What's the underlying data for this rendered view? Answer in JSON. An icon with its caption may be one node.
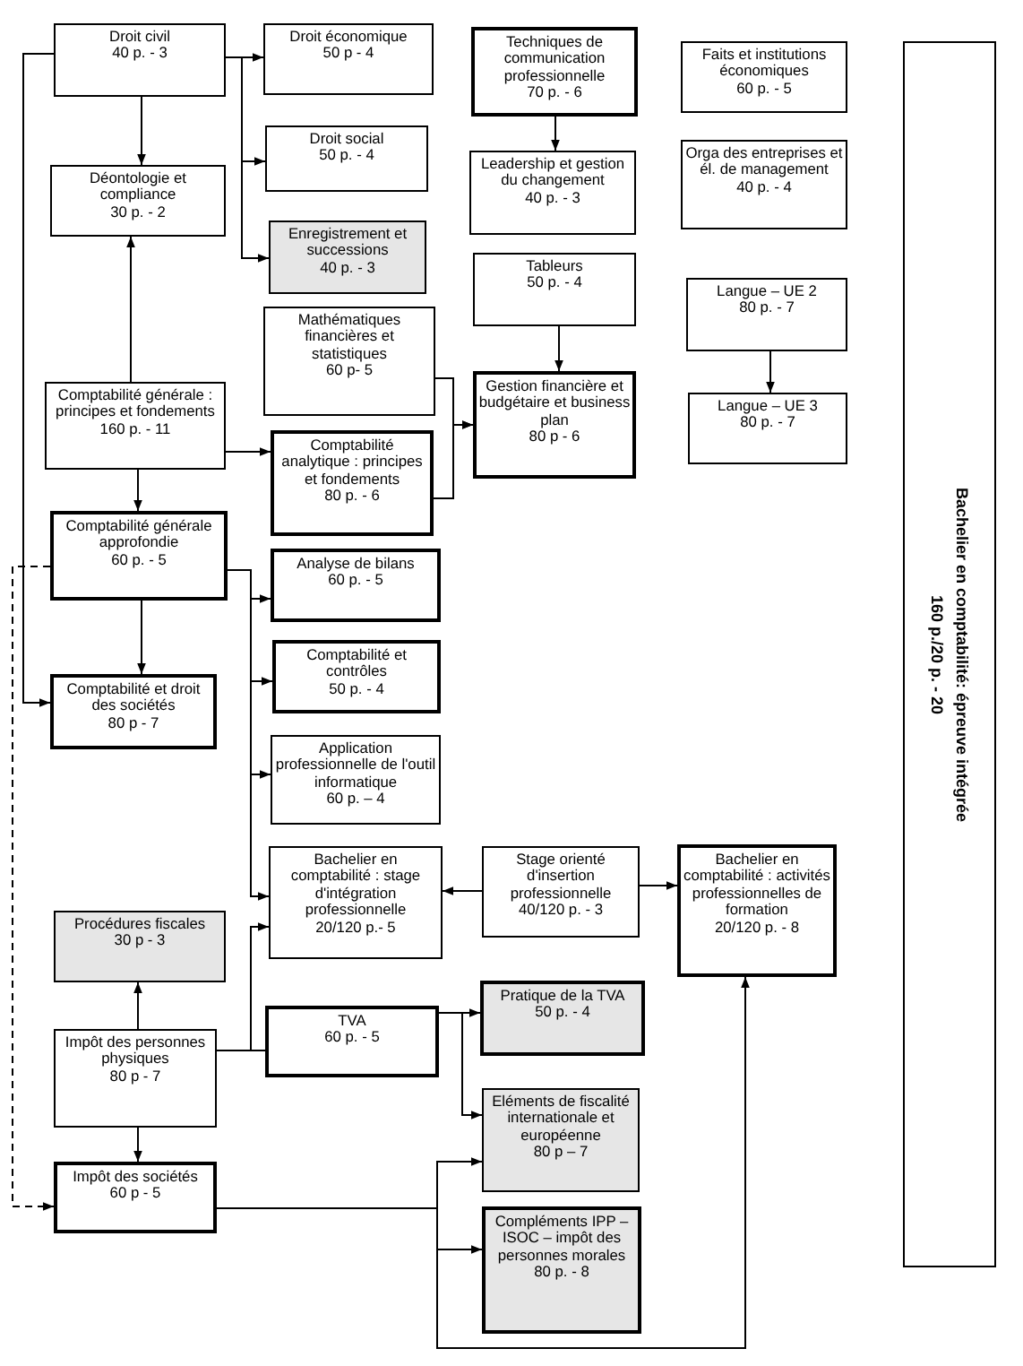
{
  "diagram": {
    "nodes": [
      {
        "text": [
          "Droit civil",
          "40 p. - 3"
        ]
      },
      {
        "text": [
          "Droit économique",
          "50 p - 4"
        ]
      },
      {
        "text": [
          "Techniques de communication professionnelle",
          "70 p. - 6"
        ]
      },
      {
        "text": [
          "Faits et institutions économiques",
          "60 p. - 5"
        ]
      },
      {
        "text": [
          "Déontologie et compliance",
          "30 p. - 2"
        ]
      },
      {
        "text": [
          "Droit social",
          "50 p. - 4"
        ]
      },
      {
        "text": [
          "Leadership et gestion du changement",
          "40 p. - 3"
        ]
      },
      {
        "text": [
          "Orga des entreprises et él. de management",
          "40 p. - 4"
        ]
      },
      {
        "text": [
          "Enregistrement et successions",
          "40 p. - 3"
        ]
      },
      {
        "text": [
          "Tableurs",
          "50 p. - 4"
        ]
      },
      {
        "text": [
          "Mathématiques financières et statistiques",
          "60 p- 5"
        ]
      },
      {
        "text": [
          "Langue – UE 2",
          "80 p. - 7"
        ]
      },
      {
        "text": [
          "Comptabilité générale : principes et fondements",
          "160 p. - 11"
        ]
      },
      {
        "text": [
          "Comptabilité analytique : principes et fondements",
          "80 p. - 6"
        ]
      },
      {
        "text": [
          "Gestion financière et budgétaire et business plan",
          "80 p - 6"
        ]
      },
      {
        "text": [
          "Langue – UE 3",
          "80 p. - 7"
        ]
      },
      {
        "text": [
          "Bachelier  en comptabilité: épreuve intégrée",
          "160 p./20 p. - 20"
        ]
      },
      {
        "text": [
          "Comptabilité générale approfondie",
          "60 p. - 5"
        ]
      },
      {
        "text": [
          "Analyse de bilans",
          "60 p. - 5"
        ]
      },
      {
        "text": [
          "Comptabilité et droit des sociétés",
          "80 p - 7"
        ]
      },
      {
        "text": [
          "Comptabilité et contrôles",
          "50 p. - 4"
        ]
      },
      {
        "text": [
          "Application professionnelle de l'outil informatique",
          "60 p. – 4"
        ]
      },
      {
        "text": [
          "Bachelier en comptabilité : stage d'intégration professionnelle",
          "20/120 p.- 5"
        ]
      },
      {
        "text": [
          "Stage orienté d'insertion professionnelle",
          "40/120 p. - 3"
        ]
      },
      {
        "text": [
          "Bachelier en comptabilité : activités professionnelles de formation",
          "20/120 p. - 8"
        ]
      },
      {
        "text": [
          "Procédures fiscales",
          "30 p - 3"
        ]
      },
      {
        "text": [
          "Impôt des personnes physiques",
          "80 p - 7"
        ]
      },
      {
        "text": [
          "TVA",
          "60 p. - 5"
        ]
      },
      {
        "text": [
          "Pratique de la TVA",
          "50 p. - 4"
        ]
      },
      {
        "text": [
          "Eléments de fiscalité internationale et européenne",
          "80 p – 7"
        ]
      },
      {
        "text": [
          "Impôt des sociétés",
          "60 p - 5"
        ]
      },
      {
        "text": [
          "Compléments IPP – ISOC – impôt des personnes morales",
          "80 p. - 8"
        ]
      }
    ],
    "edges": [
      {
        "from": 0,
        "to": 1,
        "arrow": "to"
      },
      {
        "from": 0,
        "to": 5,
        "arrow": "to"
      },
      {
        "from": 0,
        "to": 8,
        "arrow": "to"
      },
      {
        "from": 0,
        "to": 4,
        "arrow": "to"
      },
      {
        "from": 0,
        "to": 19,
        "arrow": "to"
      },
      {
        "from": 12,
        "to": 4,
        "arrow": "to"
      },
      {
        "from": 12,
        "to": 17,
        "arrow": "to"
      },
      {
        "from": 12,
        "to": 13,
        "arrow": "to"
      },
      {
        "from": 10,
        "to": 14,
        "arrow": "to"
      },
      {
        "from": 13,
        "to": 14,
        "arrow": "to"
      },
      {
        "from": 9,
        "to": 14,
        "arrow": "to"
      },
      {
        "from": 2,
        "to": 6,
        "arrow": "to"
      },
      {
        "from": 11,
        "to": 15,
        "arrow": "to"
      },
      {
        "from": 17,
        "to": 19,
        "arrow": "to"
      },
      {
        "from": 17,
        "to": 18,
        "arrow": "to"
      },
      {
        "from": 17,
        "to": 20,
        "arrow": "to"
      },
      {
        "from": 17,
        "to": 21,
        "arrow": "to"
      },
      {
        "from": 17,
        "to": 22,
        "arrow": "to"
      },
      {
        "from": 17,
        "to": 30,
        "arrow": "to",
        "style": "dashed"
      },
      {
        "from": 23,
        "to": 22,
        "arrow": "to"
      },
      {
        "from": 23,
        "to": 24,
        "arrow": "to"
      },
      {
        "from": 26,
        "to": 25,
        "arrow": "to"
      },
      {
        "from": 26,
        "to": 30,
        "arrow": "to"
      },
      {
        "from": 26,
        "to": 22,
        "arrow": "to"
      },
      {
        "from": 26,
        "to": 27,
        "arrow": "none"
      },
      {
        "from": 27,
        "to": 28,
        "arrow": "to"
      },
      {
        "from": 27,
        "to": 29,
        "arrow": "to"
      },
      {
        "from": 30,
        "to": 29,
        "arrow": "to"
      },
      {
        "from": 30,
        "to": 31,
        "arrow": "to"
      },
      {
        "from": 30,
        "to": 24,
        "arrow": "to"
      }
    ]
  }
}
